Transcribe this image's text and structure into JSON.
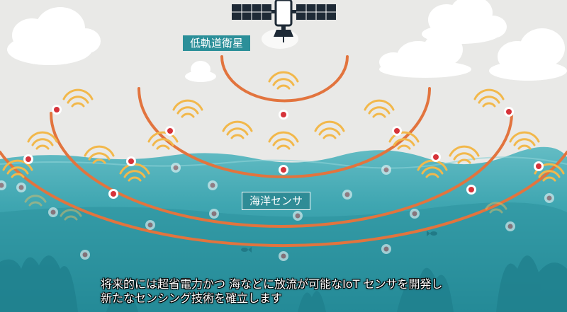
{
  "labels": {
    "satellite": "低軌道衛星",
    "sensor": "海洋センサ"
  },
  "subtitle": {
    "line1": "将来的には超省電力かつ 海などに放流が可能なIoT センサを開発し",
    "line2": "新たなセンシング技術を確立します"
  },
  "colors": {
    "sky": "#e9e9e7",
    "sea_top": "#56b6bf",
    "sea_deep": "#2a8e9b",
    "orbit_arc": "#e2743e",
    "signal": "#f2b84b",
    "label_bg": "#2b8f99"
  }
}
